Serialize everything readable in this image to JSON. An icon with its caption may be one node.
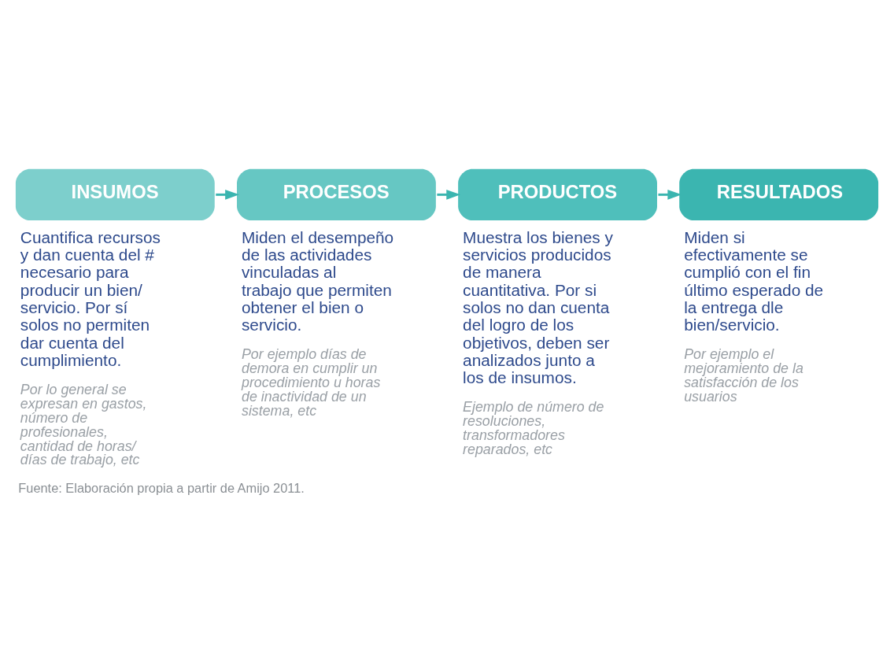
{
  "diagram": {
    "caption": "Fuente: Elaboración propia a partir de Amijo 2011.",
    "nodes": [
      {
        "text": [
          "INSUMOS"
        ],
        "beside": [
          "Cuantifica recursos y dan cuenta del # necesario para producir un bien/ servicio. Por sí solos no permiten dar cuenta del cumplimiento.",
          "Por lo general se expresan en gastos, número de profesionales, cantidad de horas/ días de trabajo, etc"
        ]
      },
      {
        "text": [
          "PROCESOS"
        ],
        "beside": [
          "Miden el desempeño de las actividades vinculadas al trabajo que permiten obtener el bien o servicio.",
          "Por ejemplo días de demora en cumplir un procedimiento u horas de inactividad de un sistema, etc"
        ]
      },
      {
        "text": [
          "PRODUCTOS"
        ],
        "beside": [
          "Muestra los bienes y servicios producidos de manera cuantitativa. Por si solos no dan cuenta del logro de los objetivos, deben ser analizados junto a los de insumos.",
          "Ejemplo de número de resoluciones, transformadores reparados, etc"
        ]
      },
      {
        "text": [
          "RESULTADOS"
        ],
        "beside": [
          "Miden si efectivamente se cumplió con el fin último esperado de la entrega dle bien/servicio.",
          "Por ejemplo el mejoramiento de la satisfacción de los usuarios"
        ]
      }
    ],
    "edges": [
      {
        "from": 0,
        "to": 1,
        "arrow": "to"
      },
      {
        "from": 1,
        "to": 2,
        "arrow": "to"
      },
      {
        "from": 2,
        "to": 3,
        "arrow": "to"
      }
    ]
  }
}
